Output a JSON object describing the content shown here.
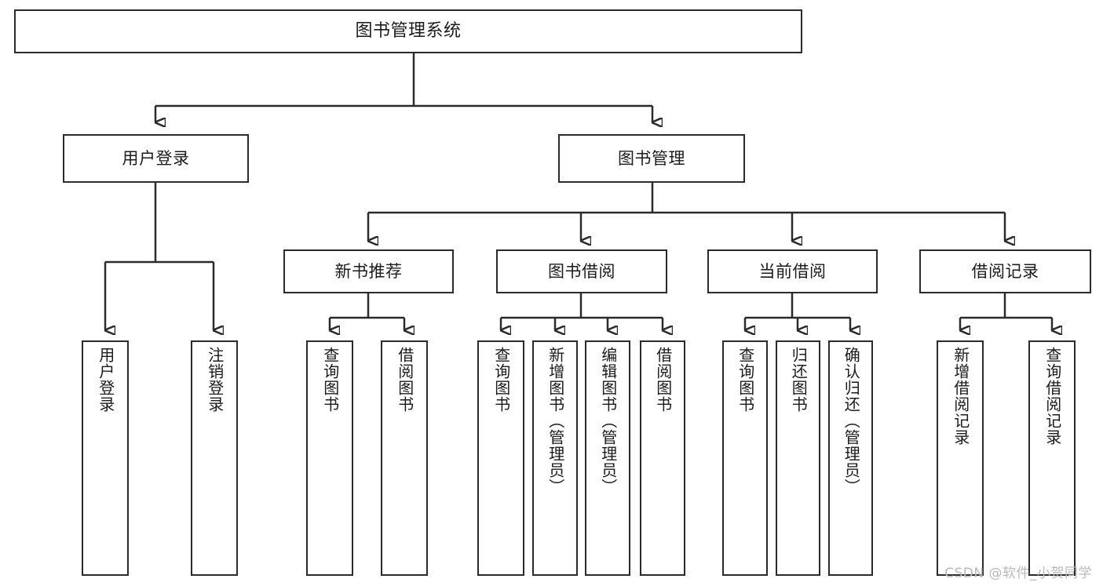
{
  "diagram": {
    "type": "tree",
    "title": "图书管理系统",
    "arrow_color": "#2b2b2b",
    "box_border_color": "#2b2b2b",
    "background_color": "#ffffff",
    "text_color": "#1b1b1b"
  },
  "nodes": {
    "root": {
      "label": "图书管理系统"
    },
    "level2": [
      {
        "id": "user-login",
        "label": "用户登录"
      },
      {
        "id": "book-manage",
        "label": "图书管理"
      }
    ],
    "level3": [
      {
        "id": "new-book-recommend",
        "label": "新书推荐"
      },
      {
        "id": "book-borrow",
        "label": "图书借阅"
      },
      {
        "id": "current-borrow",
        "label": "当前借阅"
      },
      {
        "id": "borrow-record",
        "label": "借阅记录"
      }
    ],
    "leaves": [
      {
        "id": "leaf-user-login",
        "label": "用户登录",
        "parent": "user-login"
      },
      {
        "id": "leaf-logout",
        "label": "注销登录",
        "parent": "user-login"
      },
      {
        "id": "leaf-query-book-1",
        "label": "查询图书",
        "parent": "new-book-recommend"
      },
      {
        "id": "leaf-borrow-book-1",
        "label": "借阅图书",
        "parent": "new-book-recommend"
      },
      {
        "id": "leaf-query-book-2",
        "label": "查询图书",
        "parent": "book-borrow"
      },
      {
        "id": "leaf-add-book",
        "label": "新增图书（管理员）",
        "parent": "book-borrow"
      },
      {
        "id": "leaf-edit-book",
        "label": "编辑图书（管理员）",
        "parent": "book-borrow"
      },
      {
        "id": "leaf-borrow-book-2",
        "label": "借阅图书",
        "parent": "book-borrow"
      },
      {
        "id": "leaf-query-book-3",
        "label": "查询图书",
        "parent": "current-borrow"
      },
      {
        "id": "leaf-return-book",
        "label": "归还图书",
        "parent": "current-borrow"
      },
      {
        "id": "leaf-confirm-return",
        "label": "确认归还（管理员）",
        "parent": "current-borrow"
      },
      {
        "id": "leaf-add-record",
        "label": "新增借阅记录",
        "parent": "borrow-record"
      },
      {
        "id": "leaf-query-record",
        "label": "查询借阅记录",
        "parent": "borrow-record"
      }
    ]
  },
  "watermark": {
    "text": "CSDN @软件_小贺同学"
  }
}
